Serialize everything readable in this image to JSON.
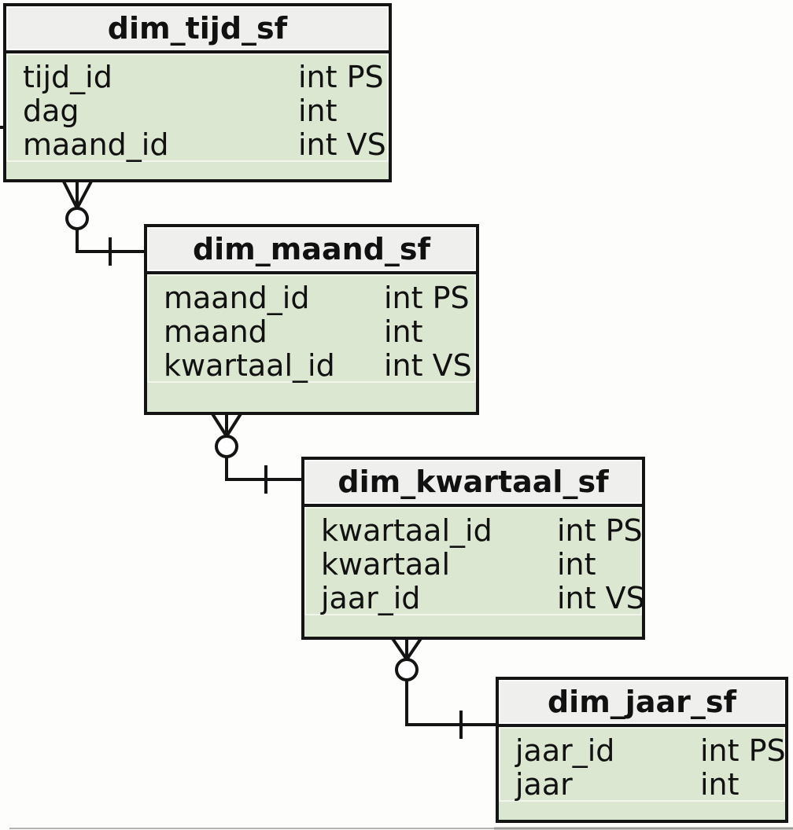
{
  "diagram": {
    "kind": "entity-relationship-diagram",
    "notation": "crows-foot",
    "colors": {
      "header_bg": "#efefed",
      "body_bg": "#dbe7d0",
      "border": "#141414"
    },
    "tables": [
      {
        "title": "dim_tijd_sf",
        "fields": [
          {
            "name": "tijd_id",
            "type": "int PS"
          },
          {
            "name": "dag",
            "type": "int"
          },
          {
            "name": "maand_id",
            "type": "int VS"
          }
        ]
      },
      {
        "title": "dim_maand_sf",
        "fields": [
          {
            "name": "maand_id",
            "type": "int PS"
          },
          {
            "name": "maand",
            "type": "int"
          },
          {
            "name": "kwartaal_id",
            "type": "int VS"
          }
        ]
      },
      {
        "title": "dim_kwartaal_sf",
        "fields": [
          {
            "name": "kwartaal_id",
            "type": "int PS"
          },
          {
            "name": "kwartaal",
            "type": "int"
          },
          {
            "name": "jaar_id",
            "type": "int VS"
          }
        ]
      },
      {
        "title": "dim_jaar_sf",
        "fields": [
          {
            "name": "jaar_id",
            "type": "int PS"
          },
          {
            "name": "jaar",
            "type": "int"
          }
        ]
      }
    ],
    "relationships": [
      {
        "from": "dim_tijd_sf",
        "to": "dim_maand_sf",
        "from_end": "zero-or-many",
        "to_end": "one"
      },
      {
        "from": "dim_maand_sf",
        "to": "dim_kwartaal_sf",
        "from_end": "zero-or-many",
        "to_end": "one"
      },
      {
        "from": "dim_kwartaal_sf",
        "to": "dim_jaar_sf",
        "from_end": "zero-or-many",
        "to_end": "one"
      }
    ]
  }
}
